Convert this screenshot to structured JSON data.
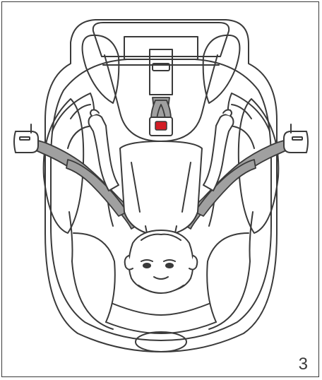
{
  "figure": {
    "step_number": "3",
    "colors": {
      "outline": "#3a3a3a",
      "strap": "#9a9a9a",
      "strap_dark": "#8a8a8a",
      "buckle_button": "#d31d25",
      "background": "#ffffff"
    },
    "icons": [
      "car-seat-illustration",
      "child-illustration",
      "harness-buckle-icon"
    ]
  }
}
